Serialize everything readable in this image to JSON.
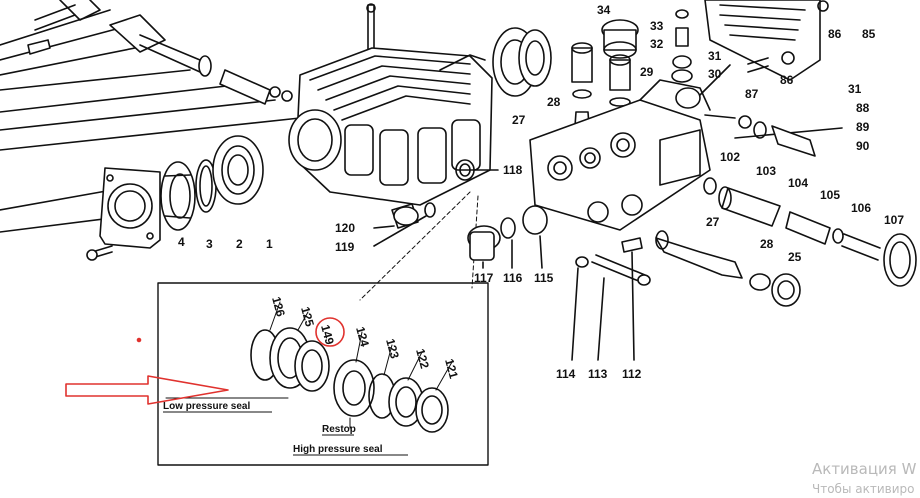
{
  "part_labels": [
    "34",
    "33",
    "32",
    "31",
    "30",
    "29",
    "28",
    "27",
    "86",
    "85",
    "86",
    "87",
    "31",
    "88",
    "89",
    "90",
    "118",
    "120",
    "119",
    "4",
    "3",
    "2",
    "1",
    "102",
    "103",
    "104",
    "105",
    "106",
    "107",
    "27",
    "28",
    "25",
    "117",
    "116",
    "115",
    "114",
    "113",
    "112",
    "126",
    "125",
    "149",
    "124",
    "123",
    "122",
    "121"
  ],
  "captions": {
    "low_pressure_seal": "Low pressure seal",
    "restop": "Restop",
    "high_pressure_seal": "High pressure seal"
  },
  "highlight": {
    "part": "149",
    "color": "#e0322e"
  },
  "arrow_color": "#e0322e",
  "watermark": {
    "line1": "Активация W",
    "line2": "Чтобы активиро"
  }
}
